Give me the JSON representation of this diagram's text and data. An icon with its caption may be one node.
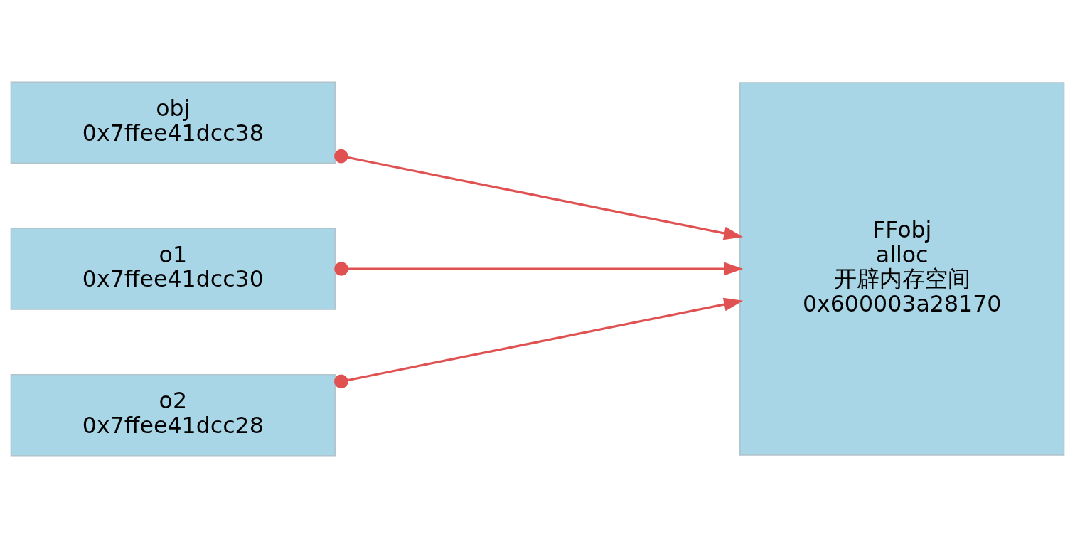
{
  "diagram": {
    "nodes": [
      {
        "text": [
          "obj",
          "0x7ffee41dcc38"
        ]
      },
      {
        "text": [
          "o1",
          "0x7ffee41dcc30"
        ]
      },
      {
        "text": [
          "o2",
          "0x7ffee41dcc28"
        ]
      },
      {
        "text": [
          "FFobj",
          "alloc",
          "开辟内存空间",
          "0x600003a28170"
        ]
      }
    ],
    "edges": [
      {
        "from": 0,
        "to": 3,
        "arrow": "to"
      },
      {
        "from": 1,
        "to": 3,
        "arrow": "to"
      },
      {
        "from": 2,
        "to": 3,
        "arrow": "to"
      }
    ]
  }
}
